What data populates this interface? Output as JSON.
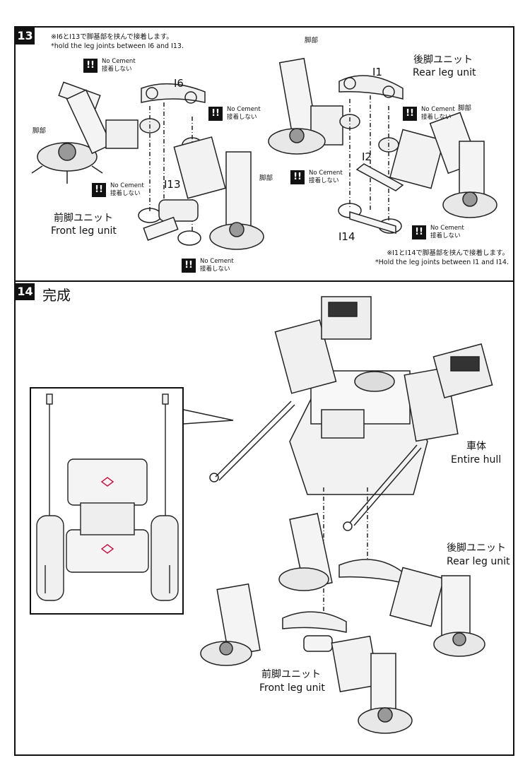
{
  "step13": {
    "number": "13",
    "note_ja": "※I6とI13で脚基部を挟んで接着します。",
    "note_en": "*hold the leg joints between I6 and I13.",
    "note2_ja": "※I1とI14で脚基部を挟んで接着します。",
    "note2_en": "*Hold the leg joints between I1 and I14.",
    "front_unit_ja": "前脚ユニット",
    "front_unit_en": "Front leg unit",
    "rear_unit_ja": "後脚ユニット",
    "rear_unit_en": "Rear leg unit",
    "leg_label": "脚部",
    "parts": {
      "i6": "I6",
      "i13": "I13",
      "i1": "I1",
      "i2": "I2",
      "i14": "I14"
    },
    "no_cement_en": "No Cement",
    "no_cement_ja": "接着しない",
    "warn_mark": "!!"
  },
  "step14": {
    "number": "14",
    "title": "完成",
    "hull_ja": "車体",
    "hull_en": "Entire hull",
    "rear_unit_ja": "後脚ユニット",
    "rear_unit_en": "Rear leg unit",
    "front_unit_ja": "前脚ユニット",
    "front_unit_en": "Front leg unit"
  }
}
